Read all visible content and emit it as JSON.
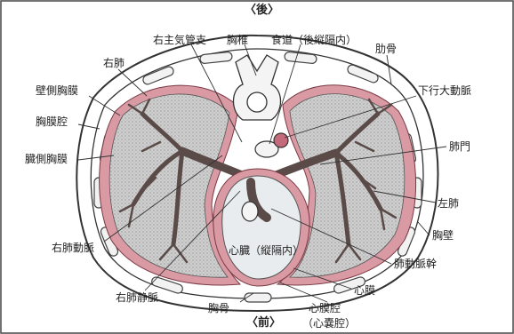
{
  "labels": {
    "back": "〈後〉",
    "front": "〈前〉",
    "right_main_bronchus": "右主気管支",
    "vertebra": "胸椎",
    "esophagus": "食道（後縦隔内）",
    "rib": "肋骨",
    "right_lung": "右肺",
    "parietal_pleura": "壁側胸膜",
    "descending_aorta": "下行大動脈",
    "pleural_cavity": "胸膜腔",
    "visceral_pleura": "臓側胸膜",
    "hilum": "肺門",
    "left_lung": "左肺",
    "chest_wall": "胸壁",
    "heart": "心臓（縦隔内）",
    "right_pulmonary_artery": "右肺動脈",
    "pulmonary_trunk": "肺動脈幹",
    "right_pulmonary_vein": "右肺静脈",
    "pericardium": "心膜",
    "sternum": "胸骨",
    "pericardial_cavity": "心膜腔",
    "pericardial_sac": "（心嚢腔）"
  },
  "colors": {
    "pleura": "#d99aa4",
    "lung_fill": "#c9c9c9",
    "bronchial_tree": "#5a4a48",
    "bone": "#f4f4f4",
    "outline": "#333333"
  }
}
